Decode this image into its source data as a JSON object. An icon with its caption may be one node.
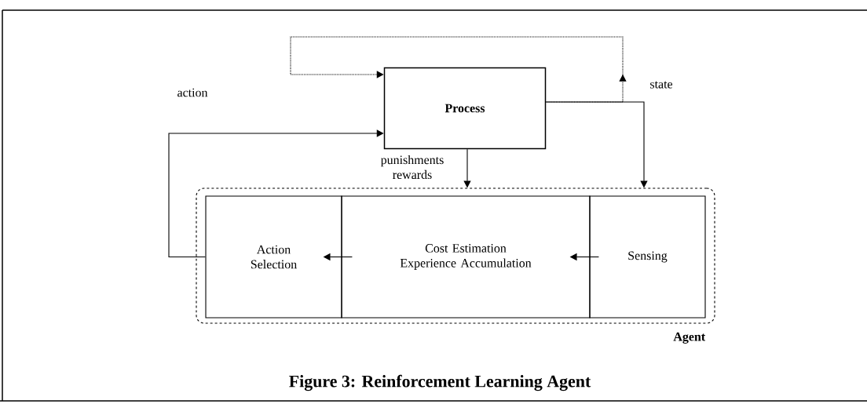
{
  "diagram": {
    "caption": "Figure 3: Reinforcement Learning Agent",
    "nodes": [
      {
        "text": [
          "Process"
        ]
      },
      {
        "text": [
          "Agent"
        ]
      },
      {
        "text": [
          "Action Selection"
        ],
        "in": 1
      },
      {
        "text": [
          "Cost Estimation Experience Accumulation"
        ],
        "in": 1
      },
      {
        "text": [
          "Sensing"
        ],
        "in": 1
      }
    ],
    "edges": [
      {
        "from": 0,
        "to": 1,
        "arrow": "to",
        "label": "punishments rewards"
      },
      {
        "from": 0,
        "to": 1,
        "arrow": "to"
      },
      {
        "from": 0,
        "to": 0,
        "arrow": "to",
        "style": "dashed",
        "label": "state"
      },
      {
        "from": 2,
        "to": 0,
        "arrow": "to",
        "label": "action"
      },
      {
        "from": 3,
        "to": 2,
        "arrow": "to"
      },
      {
        "from": 4,
        "to": 3,
        "arrow": "to"
      }
    ]
  }
}
